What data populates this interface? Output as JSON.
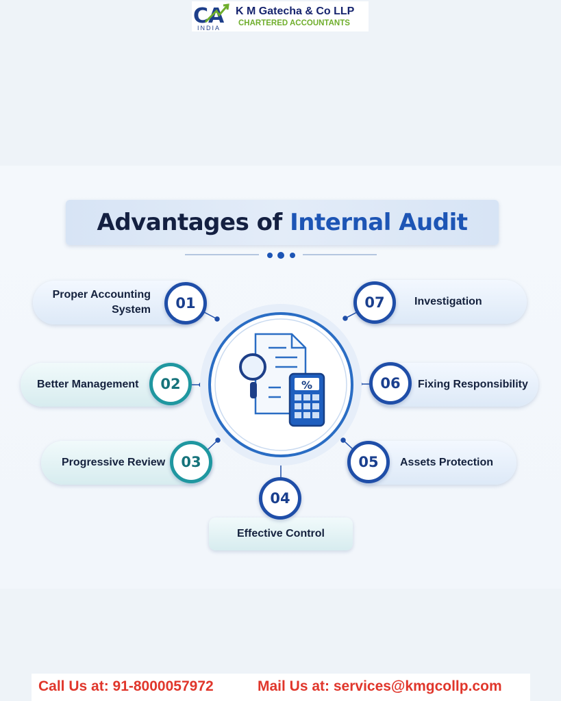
{
  "logo": {
    "mark_text": "CA",
    "country": "INDIA",
    "firm_name": "K M Gatecha & Co LLP",
    "firm_subtitle": "CHARTERED ACCOUNTANTS"
  },
  "title": {
    "part1": "Advantages of ",
    "part2": "Internal Audit"
  },
  "items": [
    {
      "num": "01",
      "label_l1": "Proper Accounting",
      "label_l2": "System"
    },
    {
      "num": "02",
      "label": "Better Management"
    },
    {
      "num": "03",
      "label": "Progressive Review"
    },
    {
      "num": "04",
      "label": "Effective Control"
    },
    {
      "num": "05",
      "label": "Assets Protection"
    },
    {
      "num": "06",
      "label": "Fixing Responsibility"
    },
    {
      "num": "07",
      "label": "Investigation"
    }
  ],
  "center_icon": {
    "name": "audit-document-magnifier-calculator-icon",
    "calculator_symbol": "%"
  },
  "footer": {
    "call": "Call Us at: 91-8000057972",
    "mail": "Mail Us at: services@kmgcollp.com"
  },
  "colors": {
    "navy": "#142041",
    "blue": "#1d55b5",
    "teal": "#1f97a0",
    "footer_red": "#e0362b",
    "logo_green": "#6fae2c"
  }
}
